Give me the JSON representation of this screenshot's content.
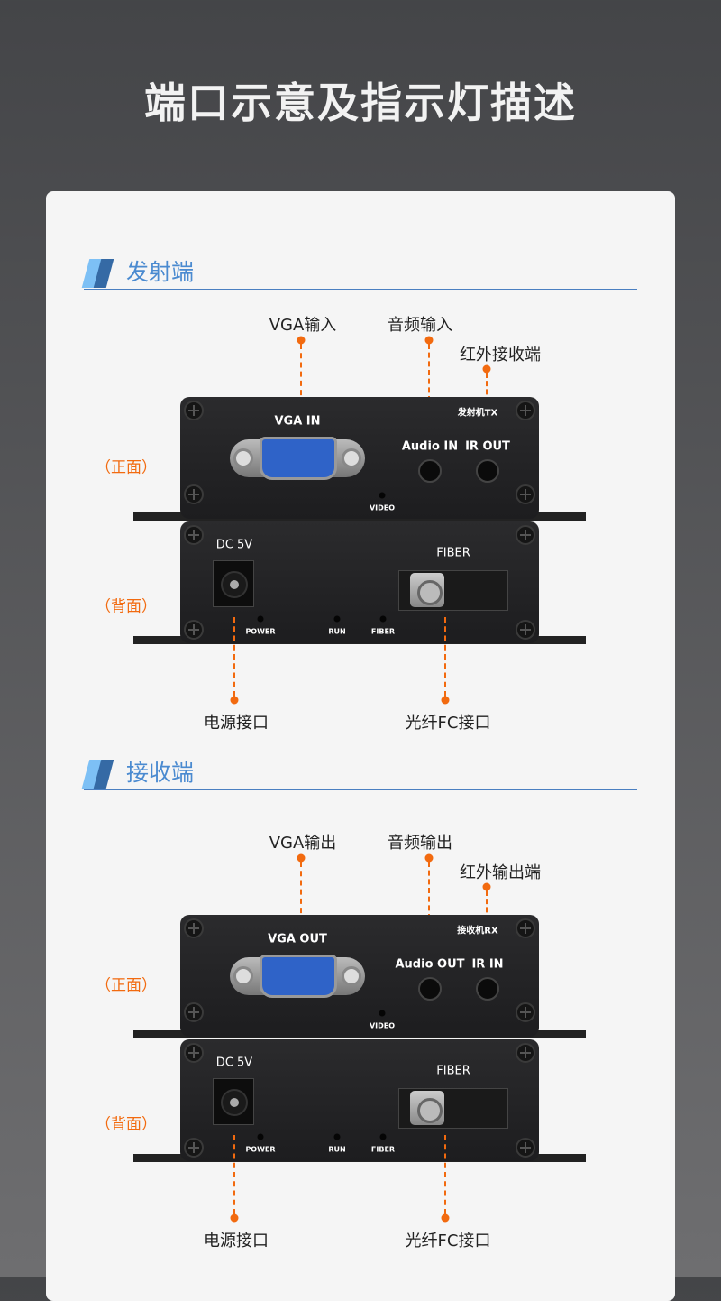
{
  "header": {
    "title": "端口示意及指示灯描述"
  },
  "sections": [
    {
      "title": "发射端",
      "top_labels": [
        "VGA输入",
        "音频输入",
        "红外接收端"
      ],
      "front_label": "（正面）",
      "back_label": "（背面）",
      "front": {
        "vga": "VGA IN",
        "audio": "Audio IN",
        "ir": "IR OUT",
        "model": "发射机TX",
        "video": "VIDEO"
      },
      "back": {
        "dc": "DC 5V",
        "fiber": "FIBER",
        "power": "POWER",
        "run": "RUN",
        "fiber_led": "FIBER"
      },
      "bottom_labels": [
        "电源接口",
        "光纤FC接口"
      ]
    },
    {
      "title": "接收端",
      "top_labels": [
        "VGA输出",
        "音频输出",
        "红外输出端"
      ],
      "front_label": "（正面）",
      "back_label": "（背面）",
      "front": {
        "vga": "VGA OUT",
        "audio": "Audio OUT",
        "ir": "IR IN",
        "model": "接收机RX",
        "video": "VIDEO"
      },
      "back": {
        "dc": "DC 5V",
        "fiber": "FIBER",
        "power": "POWER",
        "run": "RUN",
        "fiber_led": "FIBER"
      },
      "bottom_labels": [
        "电源接口",
        "光纤FC接口"
      ]
    }
  ],
  "colors": {
    "accent": "#f26a0f",
    "title_blue": "#4a8ad0"
  }
}
